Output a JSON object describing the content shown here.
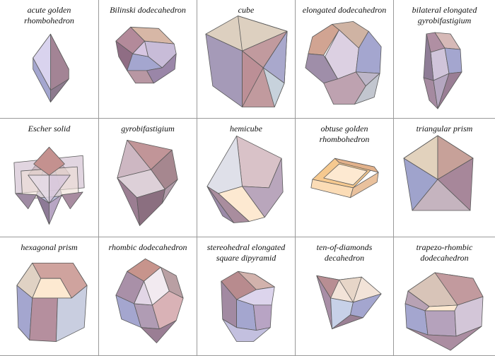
{
  "cells": [
    {
      "label": "acute golden\nrhombohedron",
      "icon": "acute-golden-rhombohedron-icon"
    },
    {
      "label": "Bilinski dodecahedron",
      "icon": "bilinski-dodecahedron-icon"
    },
    {
      "label": "cube",
      "icon": "cube-icon"
    },
    {
      "label": "elongated dodecahedron",
      "icon": "elongated-dodecahedron-icon"
    },
    {
      "label": "bilateral elongated\ngyrobifastigium",
      "icon": "gyrobifastigium-elongated-icon"
    },
    {
      "label": "Escher solid",
      "icon": "escher-solid-icon"
    },
    {
      "label": "gyrobifastigium",
      "icon": "gyrobifastigium-icon"
    },
    {
      "label": "hemicube",
      "icon": "hemicube-icon"
    },
    {
      "label": "obtuse golden\nrhombohedron",
      "icon": "obtuse-golden-rhombohedron-icon"
    },
    {
      "label": "triangular prism",
      "icon": "triangular-prism-icon"
    },
    {
      "label": "hexagonal prism",
      "icon": "hexagonal-prism-icon"
    },
    {
      "label": "rhombic dodecahedron",
      "icon": "rhombic-dodecahedron-icon"
    },
    {
      "label": "stereohedral elongated\nsquare dipyramid",
      "icon": "stereohedral-dipyramid-icon"
    },
    {
      "label": "ten-of-diamonds\ndecahedron",
      "icon": "ten-of-diamonds-icon"
    },
    {
      "label": "trapezo-rhombic\ndodecahedron",
      "icon": "trapezo-rhombic-dodecahedron-icon"
    }
  ],
  "colors": {
    "blue": "#a4a6cf",
    "mauve": "#a38495",
    "rose": "#c6a3ae",
    "peach": "#e9c9a4",
    "cream": "#fbe9d2",
    "lavender": "#d3cbe6",
    "gray": "#cfcfd6",
    "tan": "#d9c4a8",
    "grid_line": "#9a9a9a"
  }
}
